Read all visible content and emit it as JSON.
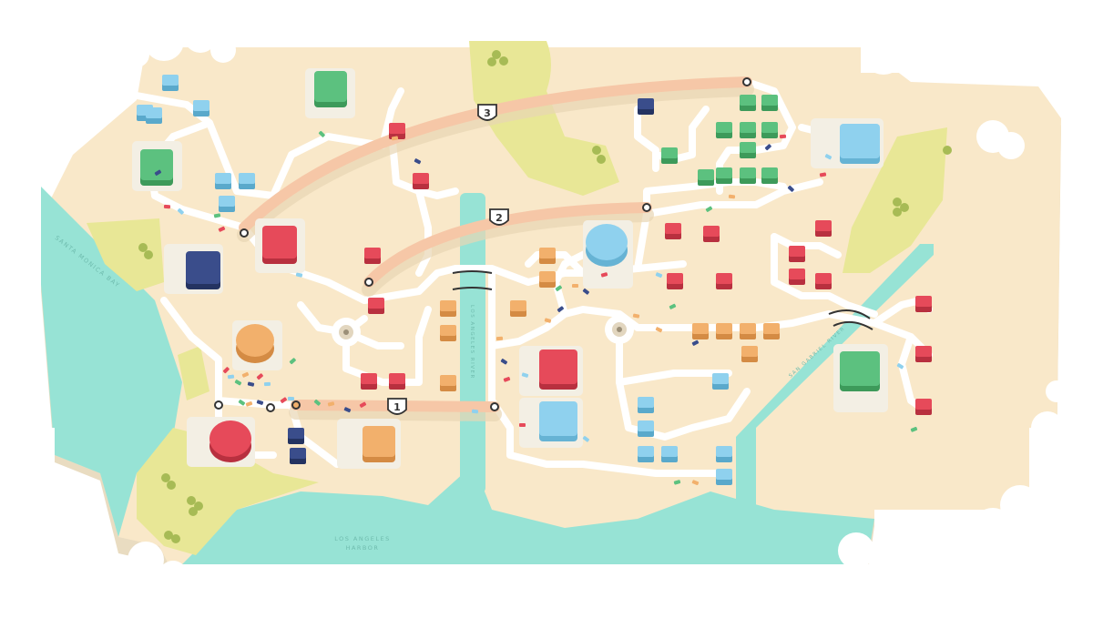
{
  "map": {
    "labels": {
      "santa_monica": "SANTA MONICA BAY",
      "harbor_line1": "LOS ANGELES",
      "harbor_line2": "HARBOR",
      "river": "LOS ANGELES RIVER",
      "channel": "SAN GABRIEL RIVER"
    },
    "highways": [
      {
        "number": "1"
      },
      {
        "number": "2"
      },
      {
        "number": "3"
      }
    ]
  },
  "palette": {
    "land": "#f9e8c9",
    "water": "#97e3d5",
    "park": "#e8e796",
    "road": "#ffffff",
    "highway": "#f6c7a7",
    "red": "#e64a5a",
    "blue": "#8fd1ee",
    "green": "#5cc17f",
    "orange": "#f2b06c",
    "navy": "#3a4d8b",
    "cloud": "#ffffff"
  }
}
